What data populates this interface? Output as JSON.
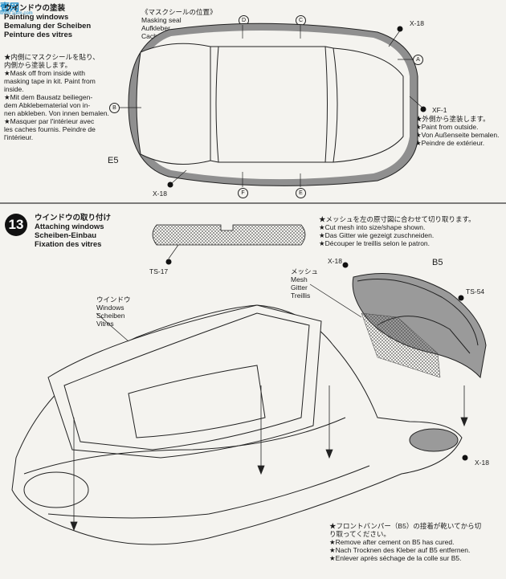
{
  "watermark": {
    "main": "壹网",
    "sub": "www.1dtm.com"
  },
  "step12": {
    "title": "ウインドウの塗装\nPainting windows\nBemalung der Scheiben\nPeinture des vitres",
    "note_inside": "★内側にマスクシールを貼り、\n内側から塗装します。\n★Mask off from inside with\nmasking tape in kit. Paint from\ninside.\n★Mit dem Bausatz beiliegen-\ndem Abklebematerial von in-\nnen abkleben. Von innen bemalen.\n★Masquer par l'intérieur avec\nles caches fournis. Peindre de\nl'intérieur.",
    "masking_label": "《マスクシールの位置》\nMasking seal\nAufkleber\nCache",
    "note_outside": "★外側から塗装します。\n★Paint from outside.\n★Von Außenseite bemalen.\n★Peindre de extérieur.",
    "paint_x18_top": "X-18",
    "paint_xf1": "XF-1",
    "paint_x18_bottom": "X-18",
    "part_e5": "E5",
    "seals": {
      "a": "A",
      "b": "B",
      "c": "C",
      "d": "D",
      "e": "E",
      "f": "F"
    }
  },
  "step13": {
    "number": "13",
    "title": "ウインドウの取り付け\nAttaching windows\nScheiben-Einbau\nFixation des vitres",
    "note_mesh": "★メッシュを左の原寸図に合わせて切り取ります。\n★Cut mesh into size/shape shown.\n★Das Gitter wie gezeigt zuschneiden.\n★Découper le treillis selon le patron.",
    "paint_ts17": "TS-17",
    "paint_x18_top": "X-18",
    "mesh_label": "メッシュ\nMesh\nGitter\nTreillis",
    "part_b5": "B5",
    "paint_ts54": "TS-54",
    "windows_label": "ウインドウ\nWindows\nScheiben\nVitres",
    "paint_x18_bottom": "X-18",
    "note_bumper": "★フロントバンパー（B5）の接着が乾いてから切\nり取ってください。\n★Remove after cement on B5 has cured.\n★Nach Trocknen des Kleber auf B5 entfernen.\n★Enlever après séchage de la colle sur B5."
  }
}
